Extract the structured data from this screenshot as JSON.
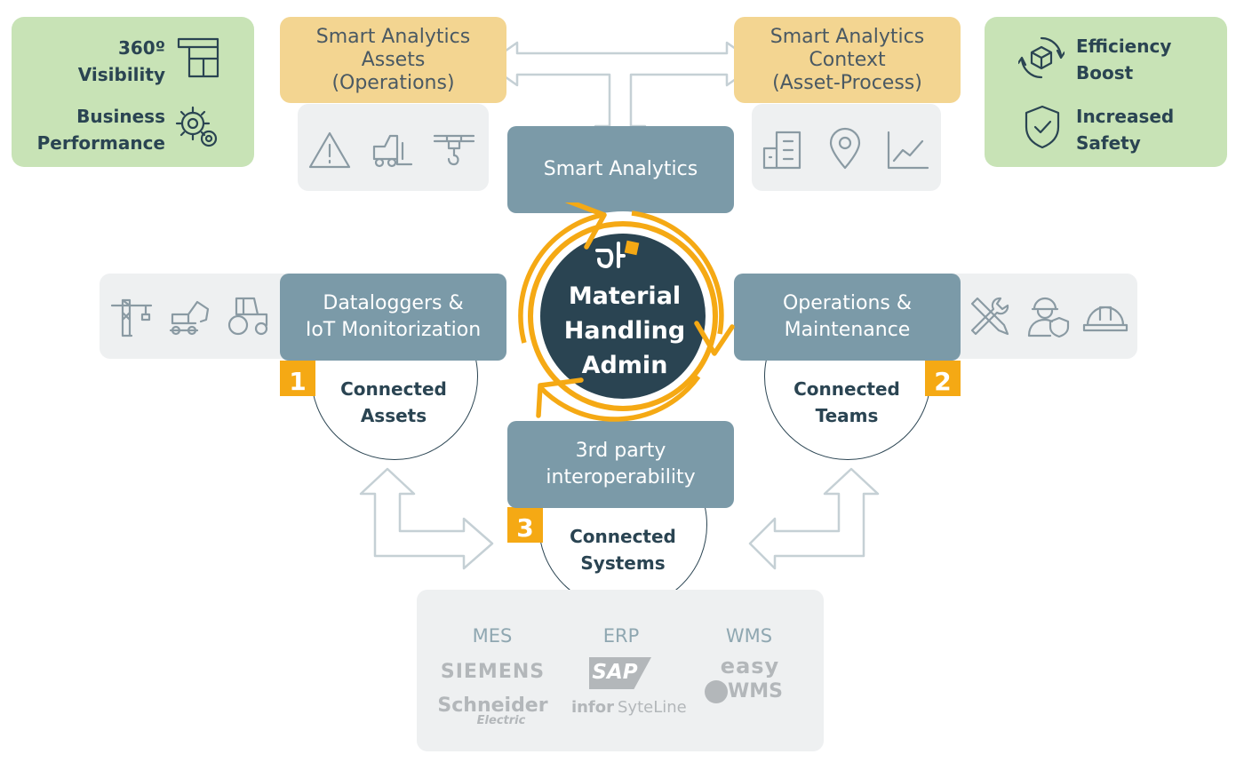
{
  "benefits_left": {
    "visibility_line1": "360º",
    "visibility_line2": "Visibility",
    "performance_line1": "Business",
    "performance_line2": "Performance"
  },
  "benefits_right": {
    "efficiency_line1": "Efficiency",
    "efficiency_line2": "Boost",
    "safety_line1": "Increased",
    "safety_line2": "Safety"
  },
  "analytics_assets": {
    "line1": "Smart Analytics",
    "line2": "Assets",
    "line3": "(Operations)"
  },
  "analytics_context": {
    "line1": "Smart Analytics",
    "line2": "Context",
    "line3": "(Asset-Process)"
  },
  "smart_analytics": "Smart Analytics",
  "center": {
    "line1": "Material",
    "line2": "Handling",
    "line3": "Admin"
  },
  "dataloggers": {
    "line1": "Dataloggers &",
    "line2": "IoT  Monitorization"
  },
  "operations": {
    "line1": "Operations &",
    "line2": "Maintenance"
  },
  "third_party": {
    "line1": "3rd party",
    "line2": "interoperability"
  },
  "connected_assets": {
    "number": "1",
    "line1": "Connected",
    "line2": "Assets"
  },
  "connected_teams": {
    "number": "2",
    "line1": "Connected",
    "line2": "Teams"
  },
  "connected_systems": {
    "number": "3",
    "line1": "Connected",
    "line2": "Systems"
  },
  "systems": {
    "mes_label": "MES",
    "erp_label": "ERP",
    "wms_label": "WMS",
    "siemens": "SIEMENS",
    "schneider": "Schneider",
    "schneider_sub": "Electric",
    "sap": "SAP",
    "infor": "infor",
    "syteline": "SyteLine",
    "easy": "easy",
    "wms_logo": "WMS"
  },
  "icons": {
    "visibility": "layout-board-icon",
    "performance": "gears-icon",
    "efficiency": "cube-cycle-icon",
    "safety": "shield-check-icon",
    "assets_row": [
      "warning-icon",
      "forklift-icon",
      "hoist-hook-icon"
    ],
    "context_row": [
      "building-plan-icon",
      "location-pin-icon",
      "line-chart-icon"
    ],
    "dataloggers_row": [
      "tower-crane-icon",
      "excavator-icon",
      "tractor-icon"
    ],
    "operations_row": [
      "tools-icon",
      "worker-shield-icon",
      "hard-hat-icon"
    ]
  },
  "colors": {
    "green": "#c8e3b6",
    "yellow": "#f3d591",
    "slate": "#7b9aa8",
    "dark": "#2a4452",
    "orange": "#f5a914",
    "arrow_outline": "#c5d0d5"
  }
}
